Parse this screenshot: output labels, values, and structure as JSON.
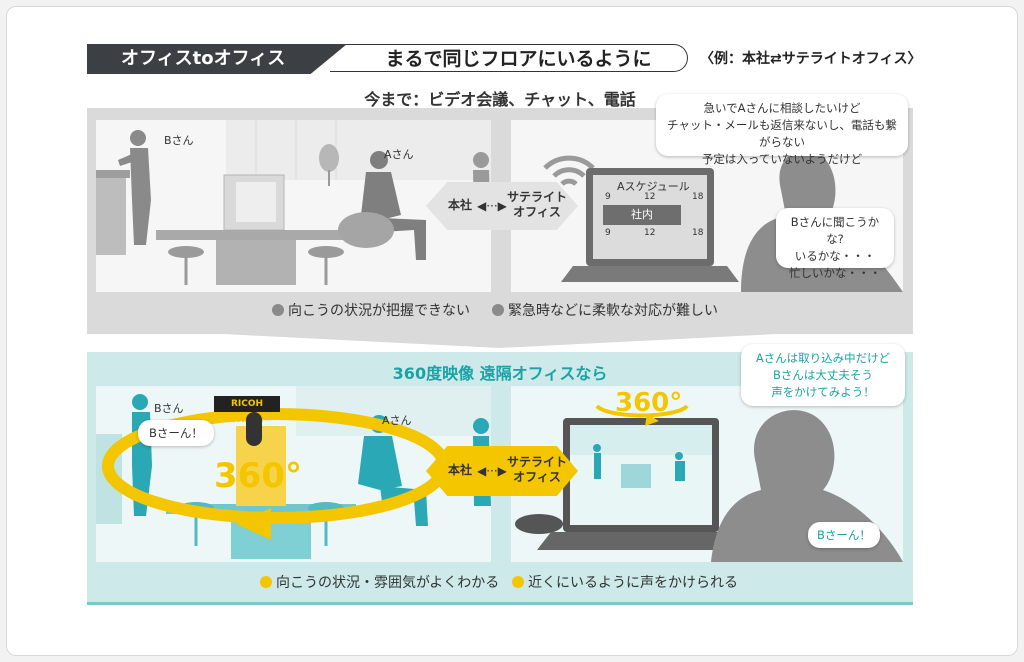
{
  "title": {
    "left": "オフィスtoオフィス",
    "right": "まるで同じフロアにいるように",
    "example": "〈例：本社⇄サテライトオフィス〉"
  },
  "top": {
    "heading": "今まで：ビデオ会議、チャット、電話",
    "person_b": "Bさん",
    "person_a": "Aさん",
    "hq": "本社",
    "satellite": "サテライト\nオフィス",
    "schedule_title": "Aスケジュール",
    "schedule_ticks": [
      "9",
      "12",
      "18"
    ],
    "schedule_item": "社内",
    "bubble1": [
      "急いでAさんに相談したいけど",
      "チャット・メールも返信来ないし、電話も繋がらない",
      "予定は入っていないようだけど"
    ],
    "bubble2": [
      "Bさんに聞こうかな?",
      "いるかな・・・",
      "忙しいかな・・・"
    ],
    "caption1": "向こうの状況が把握できない",
    "caption2": "緊急時などに柔軟な対応が難しい"
  },
  "bottom": {
    "heading": "360度映像 遠隔オフィスなら",
    "person_b": "Bさん",
    "person_a": "Aさん",
    "camera_label": "RICOH THETA",
    "speech_b": "Bさーん！",
    "degree_left": "360°",
    "degree_right": "360°",
    "hq": "本社",
    "satellite": "サテライト\nオフィス",
    "bubble_top": [
      "Aさんは取り込み中だけど",
      "Bさんは大丈夫そう",
      "声をかけてみよう！"
    ],
    "bubble_bottom": "Bさーん！",
    "caption1": "向こうの状況・雰囲気がよくわかる",
    "caption2": "近くにいるように声をかけられる"
  },
  "colors": {
    "dark": "#3c3f44",
    "gray_panel": "#dadada",
    "teal_panel": "#cde9e9",
    "teal_text": "#1aa3a6",
    "teal_figure": "#2aa8b5",
    "yellow": "#f3c600",
    "gray_figure": "#8a8a8a"
  },
  "icons": [
    "wifi-icon",
    "laptop-icon",
    "ricoh-theta-camera-icon",
    "speakerphone-icon",
    "rotation-arrow-icon",
    "bidirectional-arrow-icon"
  ]
}
